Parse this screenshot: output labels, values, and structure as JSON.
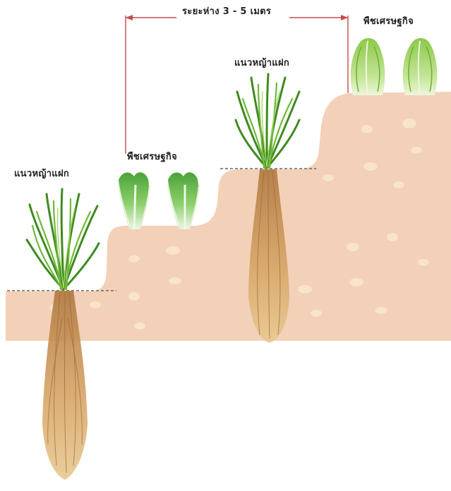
{
  "labels": {
    "spacing": "ระยะห่าง 3 - 5 เมตร",
    "grass_row_1": "แนวหญ้าแฝก",
    "crop_1": "พืชเศรษฐกิจ",
    "grass_row_2": "แนวหญ้าแฝก",
    "crop_2": "พืชเศรษฐกิจ"
  },
  "colors": {
    "soil": "#f3d0b8",
    "soil_spot": "#f8e4c8",
    "bracket": "#c84a4a",
    "grass": "#4f9a2a",
    "grass_light": "#8fc84a",
    "root": "#c89458",
    "cabbage": "#a6d86a"
  }
}
